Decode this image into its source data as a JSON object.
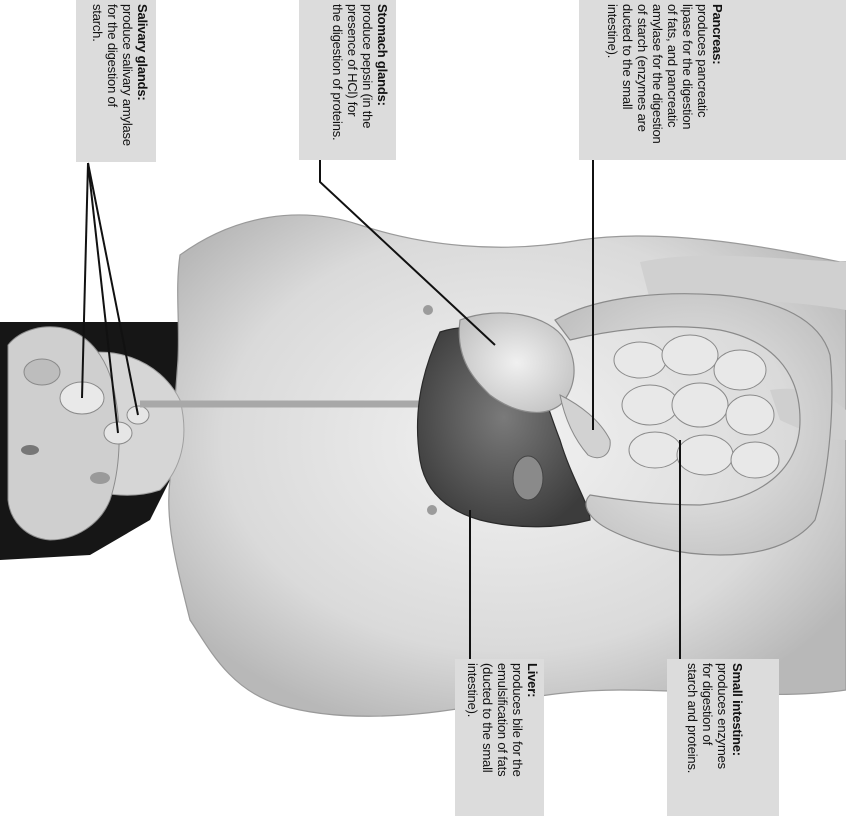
{
  "labels": {
    "salivary": {
      "title": "Salivary glands:",
      "desc": "produce salivary amylase\nfor the digestion of\nstarch."
    },
    "stomach": {
      "title": "Stomach glands:",
      "desc": "produce pepsin (in the\npresence of HCl) for\nthe digestion of proteins."
    },
    "pancreas": {
      "title": "Pancreas:",
      "desc": "produces pancreatic\nlipase for the digestion\nof fats, and pancreatic\namylase for the digestion\nof starch (enzymes are\nducted to the small\nintestine)."
    },
    "liver": {
      "title": "Liver:",
      "desc": "produces bile for the\nemulsification of fats\n(ducted to the small\nintestine)."
    },
    "small_intestine": {
      "title": "Small intestine:",
      "desc": "produces enzymes\nfor digestion of\nstarch and proteins."
    }
  }
}
